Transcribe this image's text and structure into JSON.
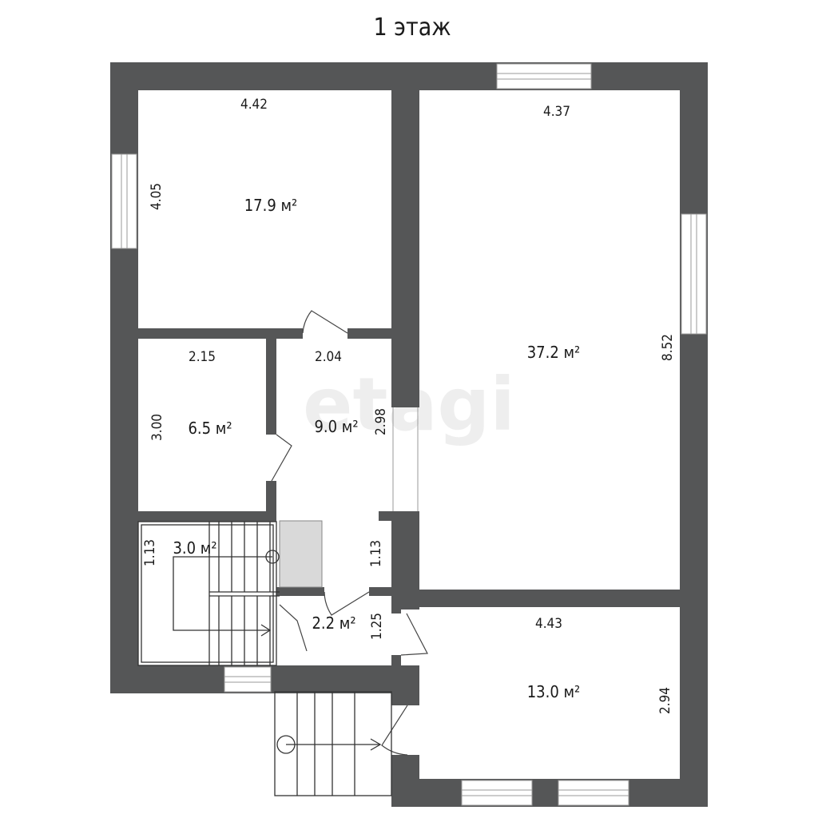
{
  "floor_title": "1 этаж",
  "watermark": "etagi",
  "colors": {
    "wall": "#555657",
    "background": "#ffffff",
    "text": "#1a1a1a",
    "stair_landing": "#d9d9d9"
  },
  "rooms": [
    {
      "id": "room-top-left",
      "area": "17.9 м²",
      "width": "4.42",
      "height": "4.05"
    },
    {
      "id": "room-big",
      "area": "37.2 м²",
      "width": "4.37",
      "height": "8.52"
    },
    {
      "id": "room-small",
      "area": "6.5 м²",
      "width": "2.15",
      "height": "3.00"
    },
    {
      "id": "room-hall",
      "area": "9.0 м²",
      "width": "2.04",
      "height": "2.98"
    },
    {
      "id": "room-stairs",
      "area": "3.0 м²",
      "height": "1.13"
    },
    {
      "id": "corridor",
      "height": "1.13"
    },
    {
      "id": "room-bath",
      "area": "2.2 м²",
      "height": "1.25"
    },
    {
      "id": "room-bottom-right",
      "area": "13.0 м²",
      "width": "4.43",
      "height": "2.94"
    }
  ]
}
